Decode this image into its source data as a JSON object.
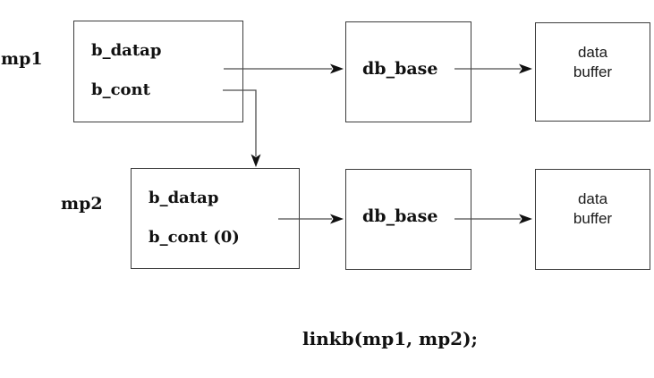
{
  "diagram": {
    "caption": "linkb(mp1, mp2);",
    "mp1": {
      "label": "mp1",
      "field_datap": "b_datap",
      "field_cont": "b_cont"
    },
    "mp2": {
      "label": "mp2",
      "field_datap": "b_datap",
      "field_cont": "b_cont (0)"
    },
    "db_base_top": {
      "label": "db_base"
    },
    "db_base_bottom": {
      "label": "db_base"
    },
    "buffer_top": {
      "line1": "data",
      "line2": "buffer"
    },
    "buffer_bottom": {
      "line1": "data",
      "line2": "buffer"
    },
    "colors": {
      "background": "#ffffff",
      "box_border": "#3c3c3c",
      "link_line": "#4d4d4d",
      "arrowhead": "#101010",
      "text": "#111111"
    }
  }
}
